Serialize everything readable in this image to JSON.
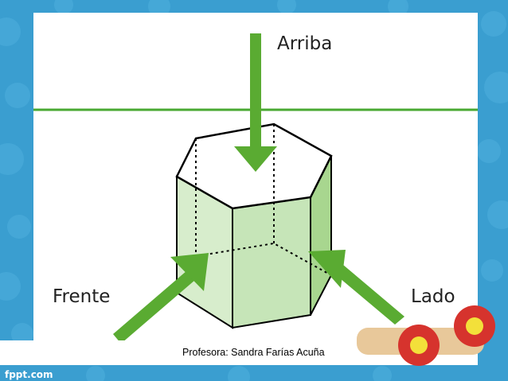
{
  "diagram": {
    "labels": {
      "top": "Arriba",
      "front": "Frente",
      "side": "Lado"
    }
  },
  "footer": {
    "credit": "Profesora: Sandra Farías Acuña",
    "brand": "fppt.com"
  },
  "colors": {
    "background": "#3a9ed0",
    "arrow": "#5aab32",
    "prism_face": "#c6e5b8",
    "line": "#49a832"
  }
}
